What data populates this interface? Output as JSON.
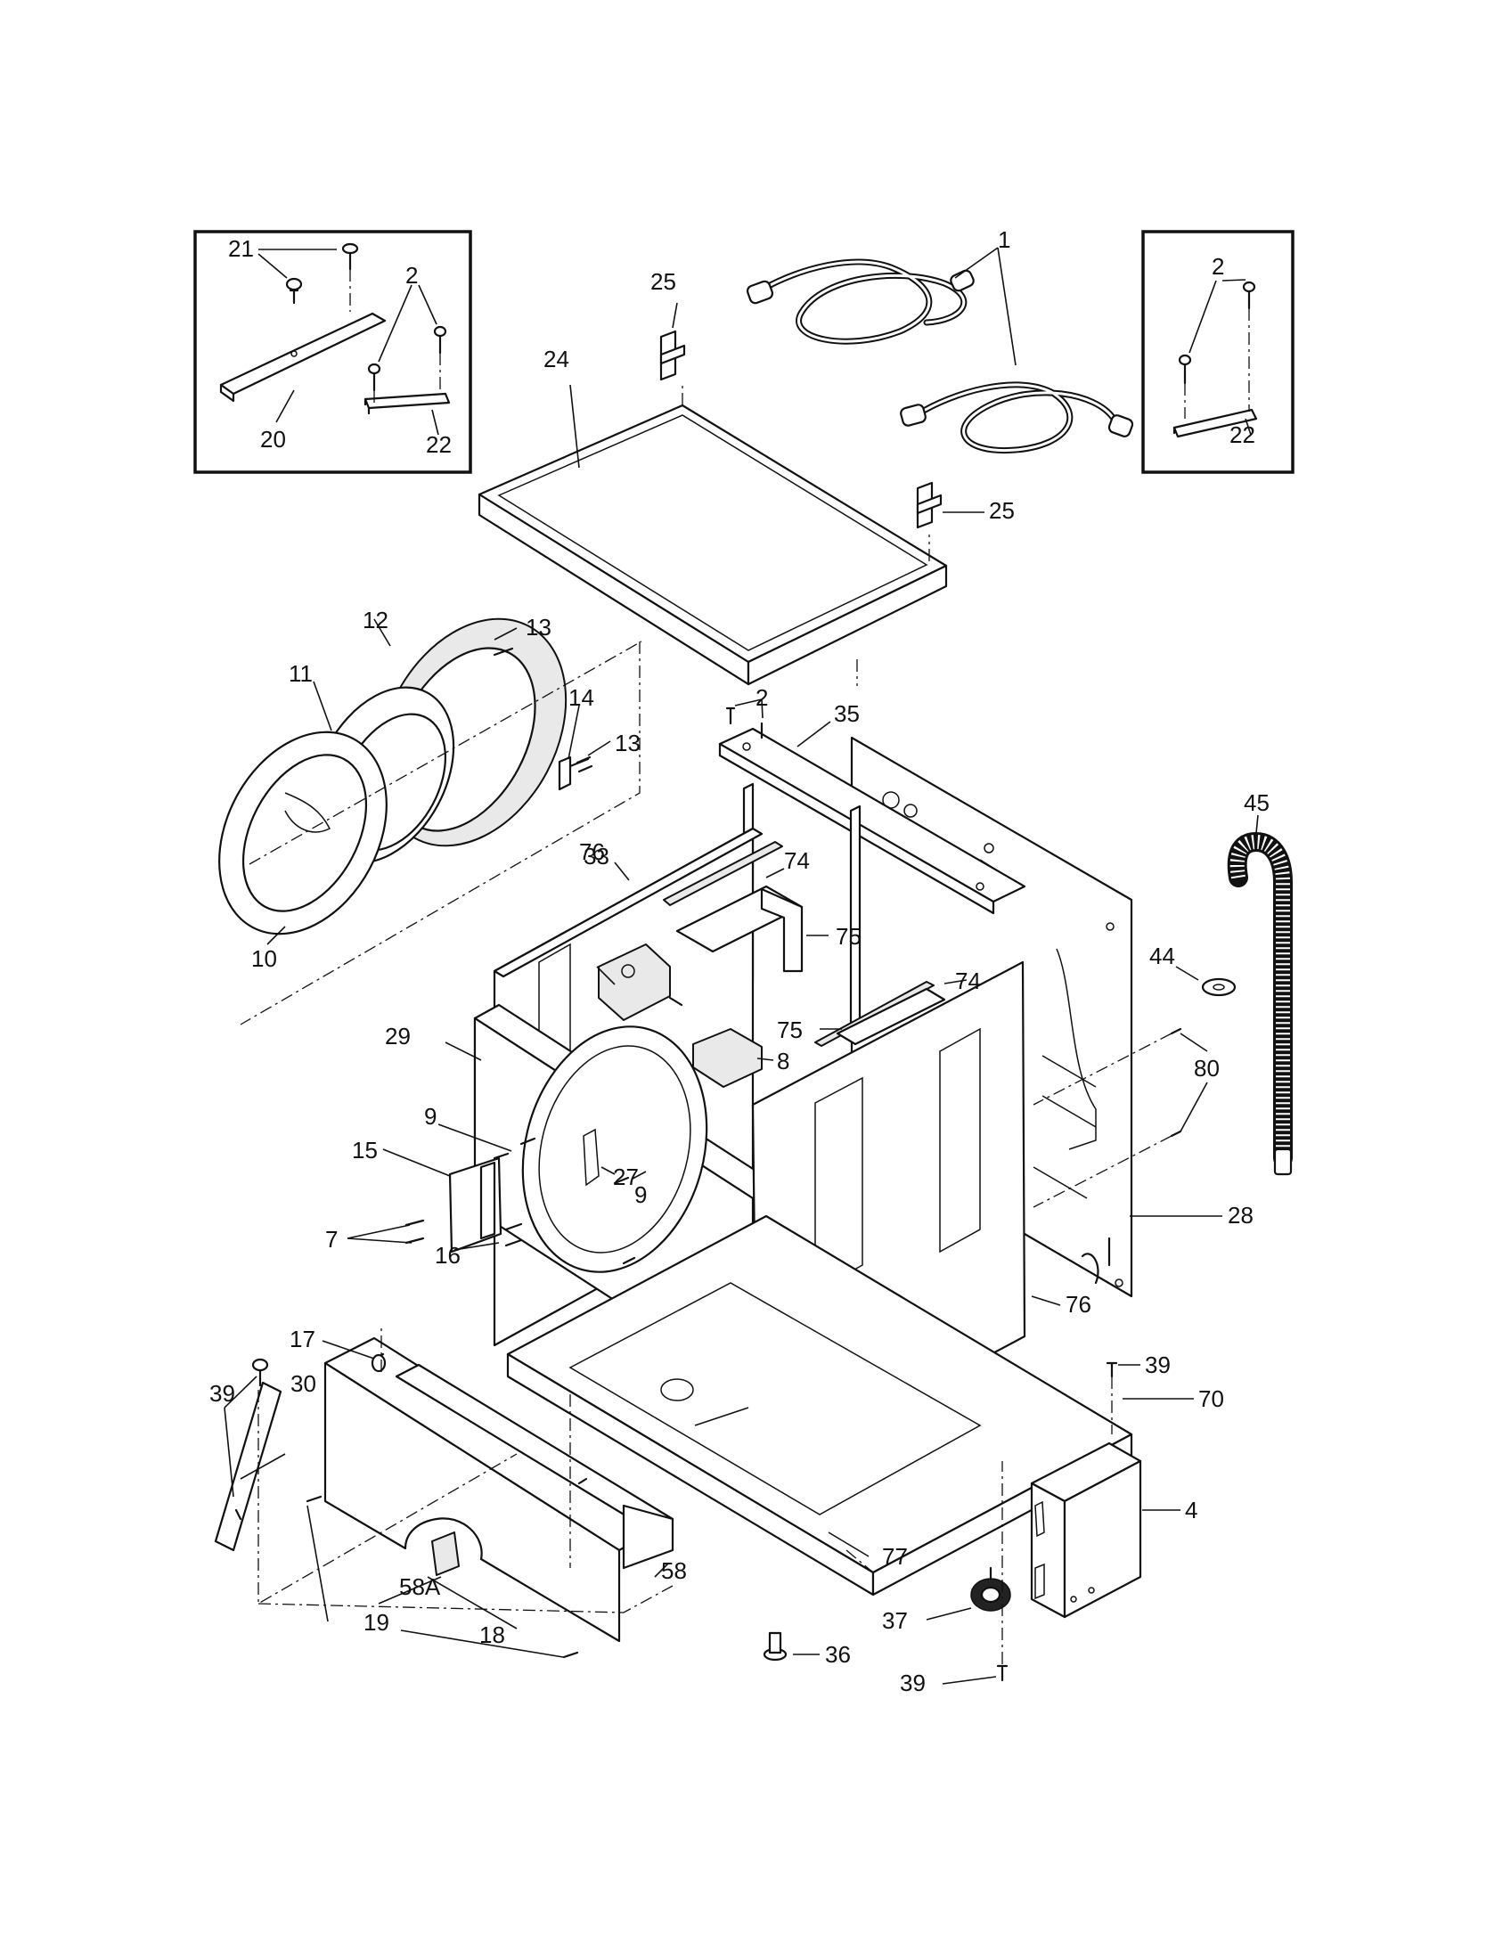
{
  "callouts": {
    "c1": "1",
    "c2a": "2",
    "c2b": "2",
    "c2c": "2",
    "c4": "4",
    "c7": "7",
    "c8": "8",
    "c9a": "9",
    "c9b": "9",
    "c10": "10",
    "c11": "11",
    "c12": "12",
    "c13a": "13",
    "c13b": "13",
    "c14": "14",
    "c15": "15",
    "c16": "16",
    "c17": "17",
    "c18": "18",
    "c19": "19",
    "c20": "20",
    "c21": "21",
    "c22a": "22",
    "c22b": "22",
    "c24": "24",
    "c25a": "25",
    "c25b": "25",
    "c27": "27",
    "c28": "28",
    "c29": "29",
    "c30": "30",
    "c33": "33",
    "c35": "35",
    "c36": "36",
    "c37": "37",
    "c39a": "39",
    "c39b": "39",
    "c39c": "39",
    "c44": "44",
    "c45": "45",
    "c58": "58",
    "c58a": "58A",
    "c70": "70",
    "c74a": "74",
    "c74b": "74",
    "c75a": "75",
    "c75b": "75",
    "c76a": "76",
    "c76b": "76",
    "c77": "77",
    "c80": "80"
  }
}
